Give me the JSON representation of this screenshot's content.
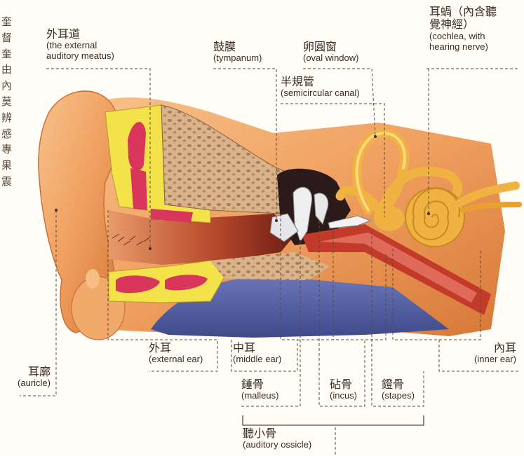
{
  "side_text": [
    "奎",
    "督",
    "奎",
    "由",
    "內",
    "莫",
    "辨",
    "感",
    "專",
    "果",
    "震"
  ],
  "labels": {
    "external_meatus": {
      "zh": "外耳道",
      "en1": "(the external",
      "en2": "auditory meatus)"
    },
    "tympanum": {
      "zh": "鼓膜",
      "en1": "(tympanum)"
    },
    "oval_window": {
      "zh": "卵圓窗",
      "en1": "(oval window)"
    },
    "semicircular": {
      "zh": "半規管",
      "en1": "(semicircular canal)"
    },
    "cochlea": {
      "zh1": "耳蝸（內含聽",
      "zh2": "覺神經）",
      "en1": "(cochlea, with",
      "en2": "hearing nerve)"
    },
    "auricle": {
      "zh": "耳廓",
      "en1": "(auricle)"
    },
    "external_ear": {
      "zh": "外耳",
      "en1": "(external ear)"
    },
    "middle_ear": {
      "zh": "中耳",
      "en1": "(middle ear)"
    },
    "inner_ear": {
      "zh": "內耳",
      "en1": "(inner ear)"
    },
    "malleus": {
      "zh": "錘骨",
      "en1": "(malleus)"
    },
    "incus": {
      "zh": "砧骨",
      "en1": "(incus)"
    },
    "stapes": {
      "zh": "鐙骨",
      "en1": "(stapes)"
    },
    "ossicle": {
      "zh": "聽小骨",
      "en1": "(auditory ossicle)"
    }
  },
  "colors": {
    "skin": "#f0a060",
    "skin_dark": "#d67838",
    "canal": "#b84a2c",
    "bone": "#d9b48a",
    "cartilage": "#f3e24a",
    "tissue": "#d8365a",
    "blue": "#5866a8",
    "gold": "#f0b240",
    "leader": "#5b4a3a"
  }
}
